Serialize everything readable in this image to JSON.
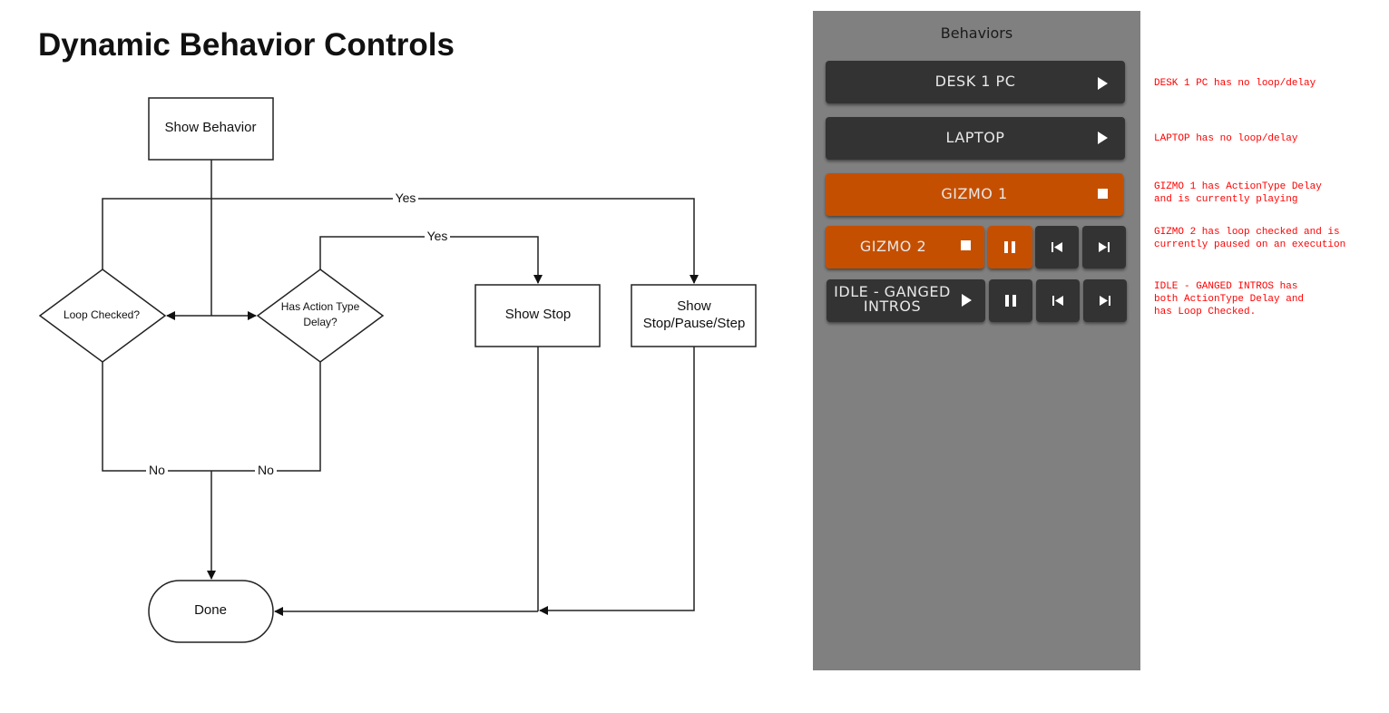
{
  "title": "Dynamic Behavior Controls",
  "flowchart": {
    "show_behavior": "Show Behavior",
    "loop_checked": "Loop Checked?",
    "action_delay_line1": "Has Action Type",
    "action_delay_line2": "Delay?",
    "show_stop": "Show Stop",
    "show_stop_pause_line1": "Show",
    "show_stop_pause_line2": "Stop/Pause/Step",
    "done": "Done",
    "yes_top": "Yes",
    "yes_mid": "Yes",
    "no_left": "No",
    "no_right": "No"
  },
  "panel": {
    "title": "Behaviors",
    "behaviors": [
      {
        "label": "DESK 1 PC",
        "state": "idle",
        "icon": "play-icon"
      },
      {
        "label": "LAPTOP",
        "state": "idle",
        "icon": "play-icon"
      },
      {
        "label": "GIZMO 1",
        "state": "playing",
        "icon": "stop-icon"
      },
      {
        "label": "GIZMO 2",
        "state": "paused",
        "icon": "stop-icon",
        "controls": [
          "pause-icon",
          "step-back-icon",
          "step-forward-icon"
        ]
      },
      {
        "label": "IDLE - GANGED INTROS",
        "label_line1": "IDLE - GANGED",
        "label_line2": "INTROS",
        "state": "idle",
        "icon": "play-icon",
        "controls": [
          "pause-icon",
          "step-back-icon",
          "step-forward-icon"
        ]
      }
    ]
  },
  "annotations": {
    "desk1": "DESK 1 PC has no loop/delay",
    "laptop": "LAPTOP has no loop/delay",
    "gizmo1": "GIZMO 1 has ActionType Delay\nand is currently playing",
    "gizmo2": "GIZMO 2 has loop checked and is\ncurrently paused on an execution",
    "idle": "IDLE - GANGED INTROS has\nboth ActionType Delay and\nhas Loop Checked."
  },
  "colors": {
    "panel_bg": "#808080",
    "button_dark": "#333333",
    "button_active": "#c54f00",
    "annotation": "#ff0000"
  }
}
